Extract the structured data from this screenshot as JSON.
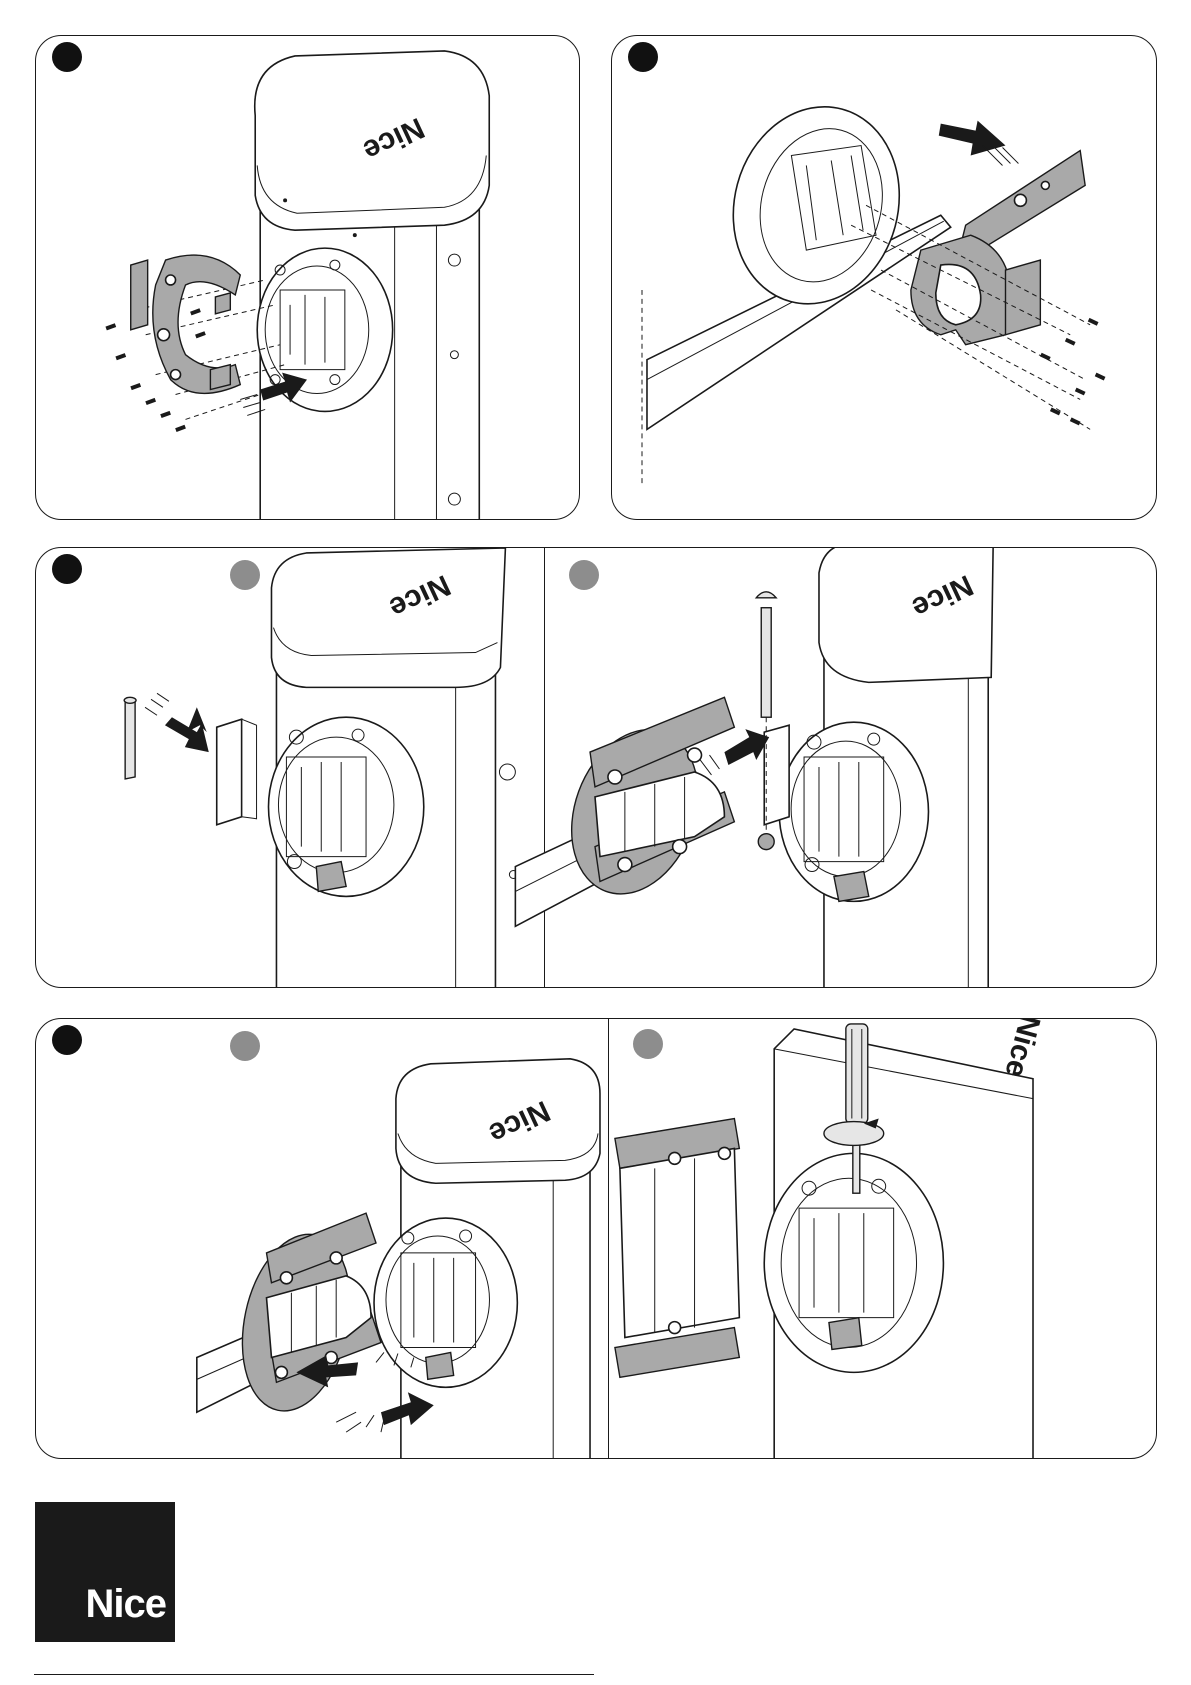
{
  "illustration": {
    "housing_brand": "Nice",
    "logo_text": "Nice",
    "footer_text": "",
    "colors": {
      "line": "#1a1a1a",
      "step_marker": "#111111",
      "substep_marker": "#8d8d8d",
      "part_fill": "#a9a9a9"
    }
  },
  "panels": [
    {
      "id": "row1-left",
      "icon": "screw-assembly"
    },
    {
      "id": "row1-right",
      "icon": "bracket-bar"
    },
    {
      "id": "row2",
      "icon": "pin-insert"
    },
    {
      "id": "row3",
      "icon": "screwdriver-tighten"
    }
  ]
}
